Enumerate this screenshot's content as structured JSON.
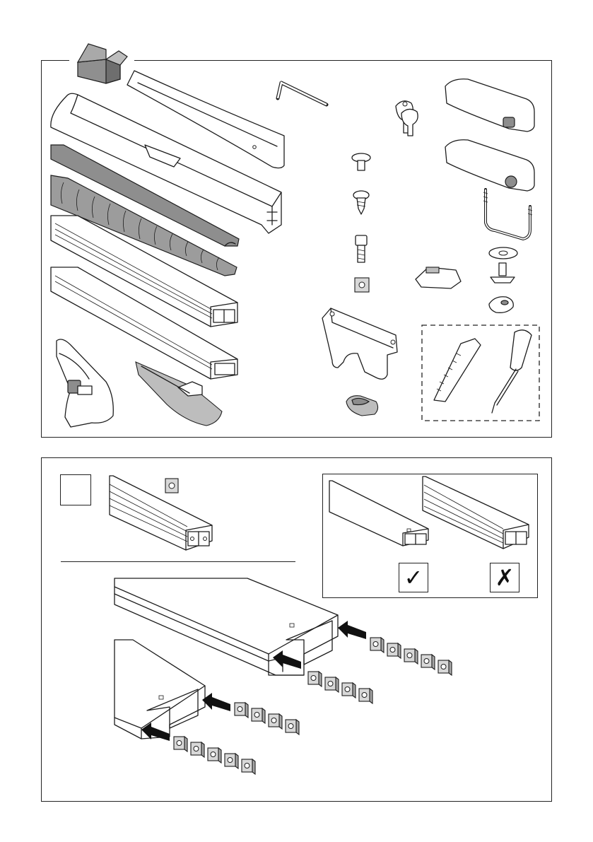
{
  "figure": {
    "contents_panel": {
      "box_icon": "open-box-icon",
      "parts": [
        "rail-profile-icon",
        "rubber-strip-icon",
        "ribbed-strip-icon",
        "bar-profile-icon",
        "allen-key-icon",
        "lock-keys-icon",
        "screw-icon",
        "self-tapping-screw-icon",
        "bolt-icon",
        "square-nut-icon",
        "foot-pad-icon",
        "washer-icon",
        "t-bolt-icon",
        "knob-icon",
        "u-bolt-icon",
        "end-cap-icon",
        "foot-bracket-icon",
        "rubber-pad-icon",
        "foot-cover-icon",
        "tape-measure-icon",
        "screwdriver-icon"
      ],
      "tools_group": "tools-dashed-box"
    },
    "step1_panel": {
      "step_number": "",
      "check_symbol": "✓",
      "cross_symbol": "✗",
      "nut_rows": [
        5,
        4,
        4,
        5
      ]
    }
  }
}
